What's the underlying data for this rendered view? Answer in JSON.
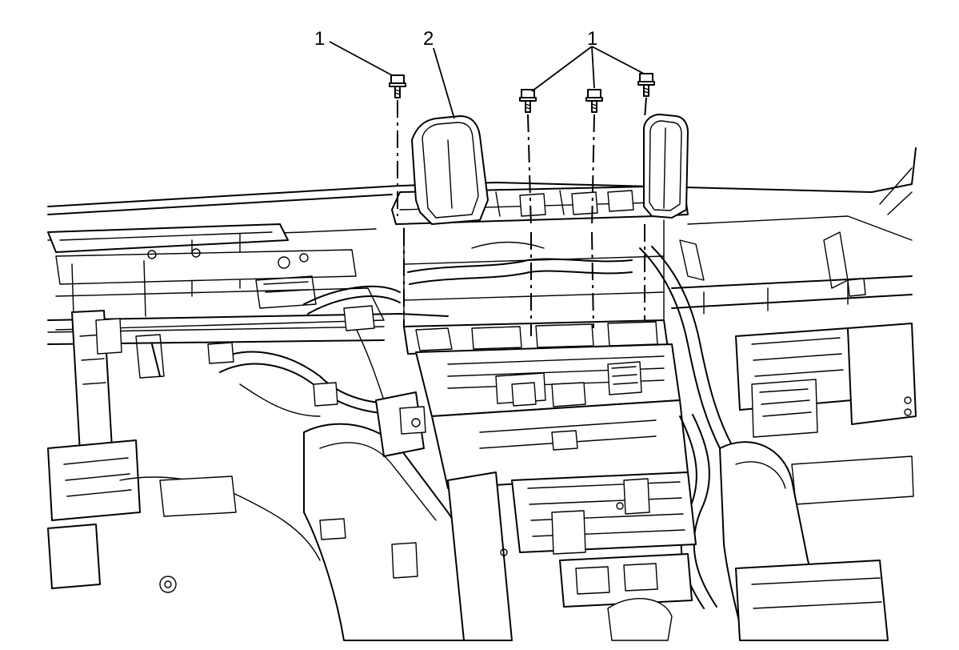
{
  "figure": {
    "callouts": [
      {
        "id": "c1-left",
        "label": "1"
      },
      {
        "id": "c2",
        "label": "2"
      },
      {
        "id": "c1-right",
        "label": "1"
      }
    ]
  }
}
